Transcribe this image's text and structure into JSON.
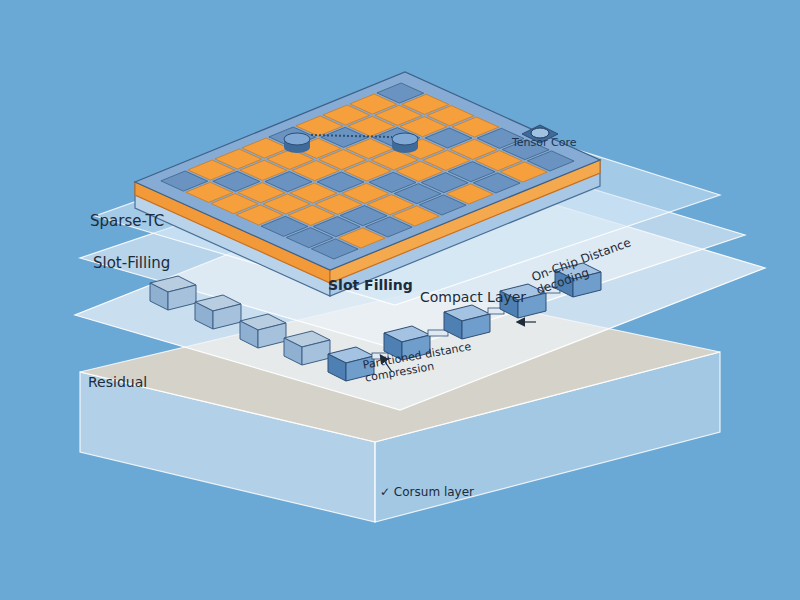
{
  "diagram": {
    "nodes": [
      {
        "text": [
          "Tensor Core"
        ]
      },
      {
        "text": [
          "Sparse-TC"
        ]
      },
      {
        "text": [
          "Slot-Filling"
        ]
      },
      {
        "text": [
          "Slot Filling",
          "Compact Layer"
        ]
      },
      {
        "text": [
          "Residual",
          "✓ Corsum layer"
        ]
      }
    ],
    "labels": [
      "Partitioned distance compression",
      "On-Chip Distance decoding"
    ]
  }
}
